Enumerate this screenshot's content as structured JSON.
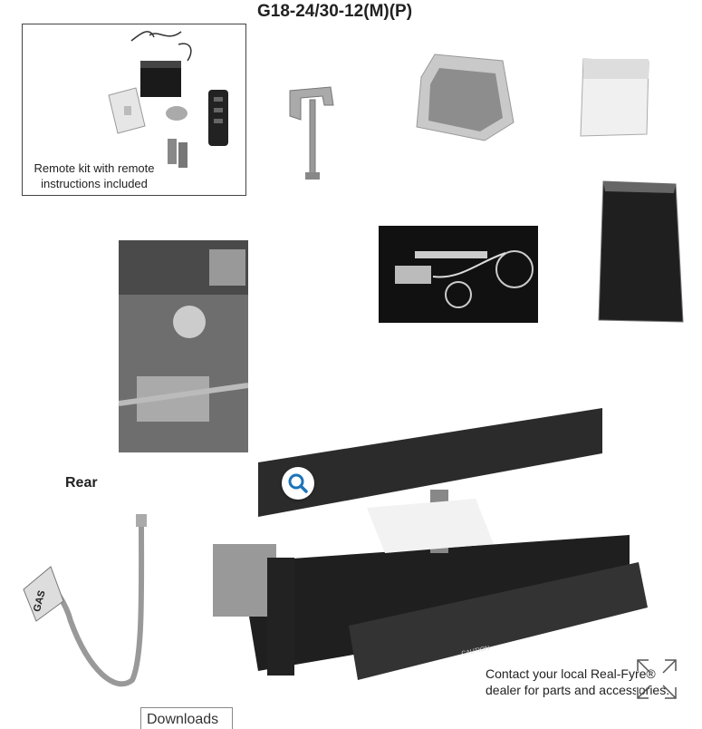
{
  "title": "G18-24/30-12(M)(P)",
  "remote_kit": {
    "caption_line1": "Remote kit with remote",
    "caption_line2": "instructions included"
  },
  "rear_label": "Rear",
  "contact": {
    "line1": "Contact your local Real-Fyre®",
    "line2": "dealer for parts and accessories."
  },
  "downloads_label": "Downloads",
  "gas_label": "GAS",
  "caution_label": "CAUTION",
  "icons": {
    "zoom": "magnifier-icon",
    "expand": "expand-arrows-icon"
  },
  "colors": {
    "zoom_icon": "#1a73b8",
    "burner": "#2b2b2b"
  }
}
